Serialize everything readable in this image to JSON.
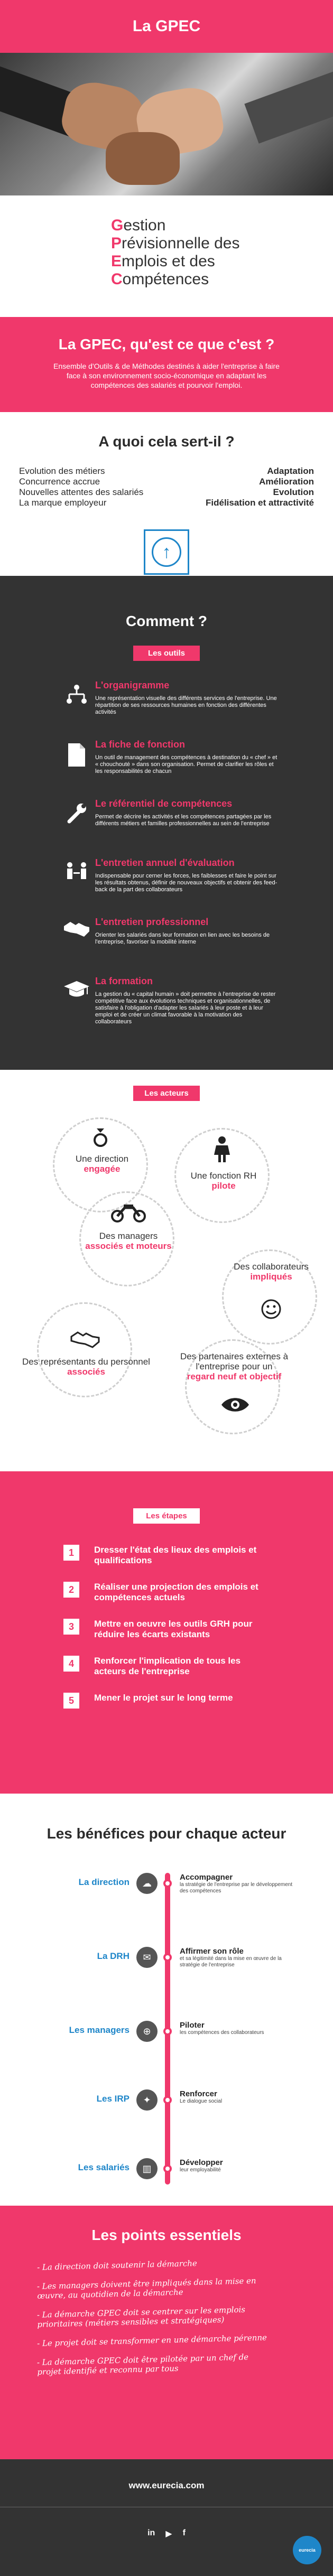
{
  "header": {
    "title": "La GPEC"
  },
  "acronym": [
    {
      "letter": "G",
      "rest": "estion"
    },
    {
      "letter": "P",
      "rest": "révisionnelle des"
    },
    {
      "letter": "E",
      "rest": "mplois et des"
    },
    {
      "letter": "C",
      "rest": "ompétences"
    }
  ],
  "what_is": {
    "title": "La GPEC, qu'est ce que c'est ?",
    "text": "Ensemble d'Outils & de Méthodes destinés à aider l'entreprise à faire face à son environnement socio-économique en adaptant les compétences des salariés et pourvoir l'emploi."
  },
  "usage": {
    "title": "A quoi cela sert-il ?",
    "rows": [
      {
        "left": "Evolution des métiers",
        "right": "Adaptation"
      },
      {
        "left": "Concurrence accrue",
        "right": "Amélioration"
      },
      {
        "left": "Nouvelles attentes des salariés",
        "right": "Evolution"
      },
      {
        "left": "La marque employeur",
        "right": "Fidélisation et attractivité"
      }
    ],
    "up_icon": "↑"
  },
  "comment": {
    "title": "Comment ?",
    "tools_pill": "Les outils",
    "tools": [
      {
        "icon": "org-chart-icon",
        "title": "L'organigramme",
        "text": "Une représentation visuelle des différents services de l'entreprise. Une répartition de ses ressources humaines en fonction des différentes activités"
      },
      {
        "icon": "document-icon",
        "title": "La fiche de fonction",
        "text": "Un outil de management des compétences à destination du « chef » et « chouchouté » dans son organisation. Permet de clarifier les rôles et les responsabilités de chacun"
      },
      {
        "icon": "wrench-icon",
        "title": "Le référentiel de compétences",
        "text": "Permet de décrire les activités et les compétences partagées par les différents métiers et familles professionnelles au sein de l'entreprise"
      },
      {
        "icon": "interview-icon",
        "title": "L'entretien annuel d'évaluation",
        "text": "Indispensable pour cerner les forces, les faiblesses et faire le point sur les résultats obtenus, définir de nouveaux objectifs et obtenir des feed-back de la part des collaborateurs"
      },
      {
        "icon": "handshake-icon",
        "title": "L'entretien professionnel",
        "text": "Orienter les salariés dans leur formation en lien avec les besoins de l'entreprise, favoriser la mobilité interne"
      },
      {
        "icon": "graduation-cap-icon",
        "title": "La formation",
        "text": "La gestion du « capital humain » doit permettre à l'entreprise de rester compétitive face aux évolutions techniques et organisationnelles, de satisfaire à l'obligation d'adapter les salariés à leur poste et à leur emploi et de créer un climat favorable à la motivation des collaborateurs"
      }
    ]
  },
  "actors": {
    "pill": "Les acteurs",
    "items": [
      {
        "label": "Une direction",
        "role": "engagée",
        "icon": "ring-icon"
      },
      {
        "label": "Une fonction RH",
        "role": "pilote",
        "icon": "woman-icon"
      },
      {
        "label": "Des managers",
        "role": "associés et moteurs",
        "icon": "motorbike-icon"
      },
      {
        "label": "Des collaborateurs",
        "role": "impliqués",
        "icon": "smiley-icon"
      },
      {
        "label": "Des représentants du personnel",
        "role": "associés",
        "icon": "handshake-icon"
      },
      {
        "label": "Des partenaires externes à l'entreprise pour un",
        "role": "regard neuf et objectif",
        "icon": "eye-icon"
      }
    ]
  },
  "steps": {
    "pill": "Les étapes",
    "items": [
      {
        "num": "1",
        "text": "Dresser l'état des lieux des emplois et qualifications"
      },
      {
        "num": "2",
        "text": "Réaliser une projection des emplois et compétences actuels"
      },
      {
        "num": "3",
        "text": "Mettre en oeuvre les outils GRH pour réduire les écarts existants"
      },
      {
        "num": "4",
        "text": "Renforcer l'implication de tous les acteurs de l'entreprise"
      },
      {
        "num": "5",
        "text": "Mener le projet sur le long terme"
      }
    ]
  },
  "benefits": {
    "title": "Les bénéfices pour chaque acteur",
    "items": [
      {
        "who": "La direction",
        "title": "Accompagner",
        "text": "la stratégie de l'entreprise par le développement des compétences",
        "icon": "cloud-icon"
      },
      {
        "who": "La DRH",
        "title": "Affirmer son rôle",
        "text": "et sa légitimité dans la mise en œuvre de la stratégie de l'entreprise",
        "icon": "megaphone-icon"
      },
      {
        "who": "Les managers",
        "title": "Piloter",
        "text": "les compétences des collaborateurs",
        "icon": "steering-icon"
      },
      {
        "who": "Les IRP",
        "title": "Renforcer",
        "text": "Le dialogue social",
        "icon": "chat-icon"
      },
      {
        "who": "Les salariés",
        "title": "Développer",
        "text": "leur employabilité",
        "icon": "building-icon"
      }
    ]
  },
  "points": {
    "title": "Les points essentiels",
    "items": [
      "- La direction doit soutenir la démarche",
      "- Les managers doivent être impliqués dans la mise en œuvre, au quotidien de la démarche",
      "- La démarche GPEC doit se centrer sur les emplois prioritaires (métiers sensibles et stratégiques)",
      "- Le projet doit se transformer en une démarche pérenne",
      "- La démarche GPEC doit être pilotée par un chef de projet identifié et reconnu par tous"
    ]
  },
  "footer": {
    "url": "www.eurecia.com",
    "social": [
      "in",
      "▶",
      "f"
    ],
    "badge": "eurecia"
  }
}
